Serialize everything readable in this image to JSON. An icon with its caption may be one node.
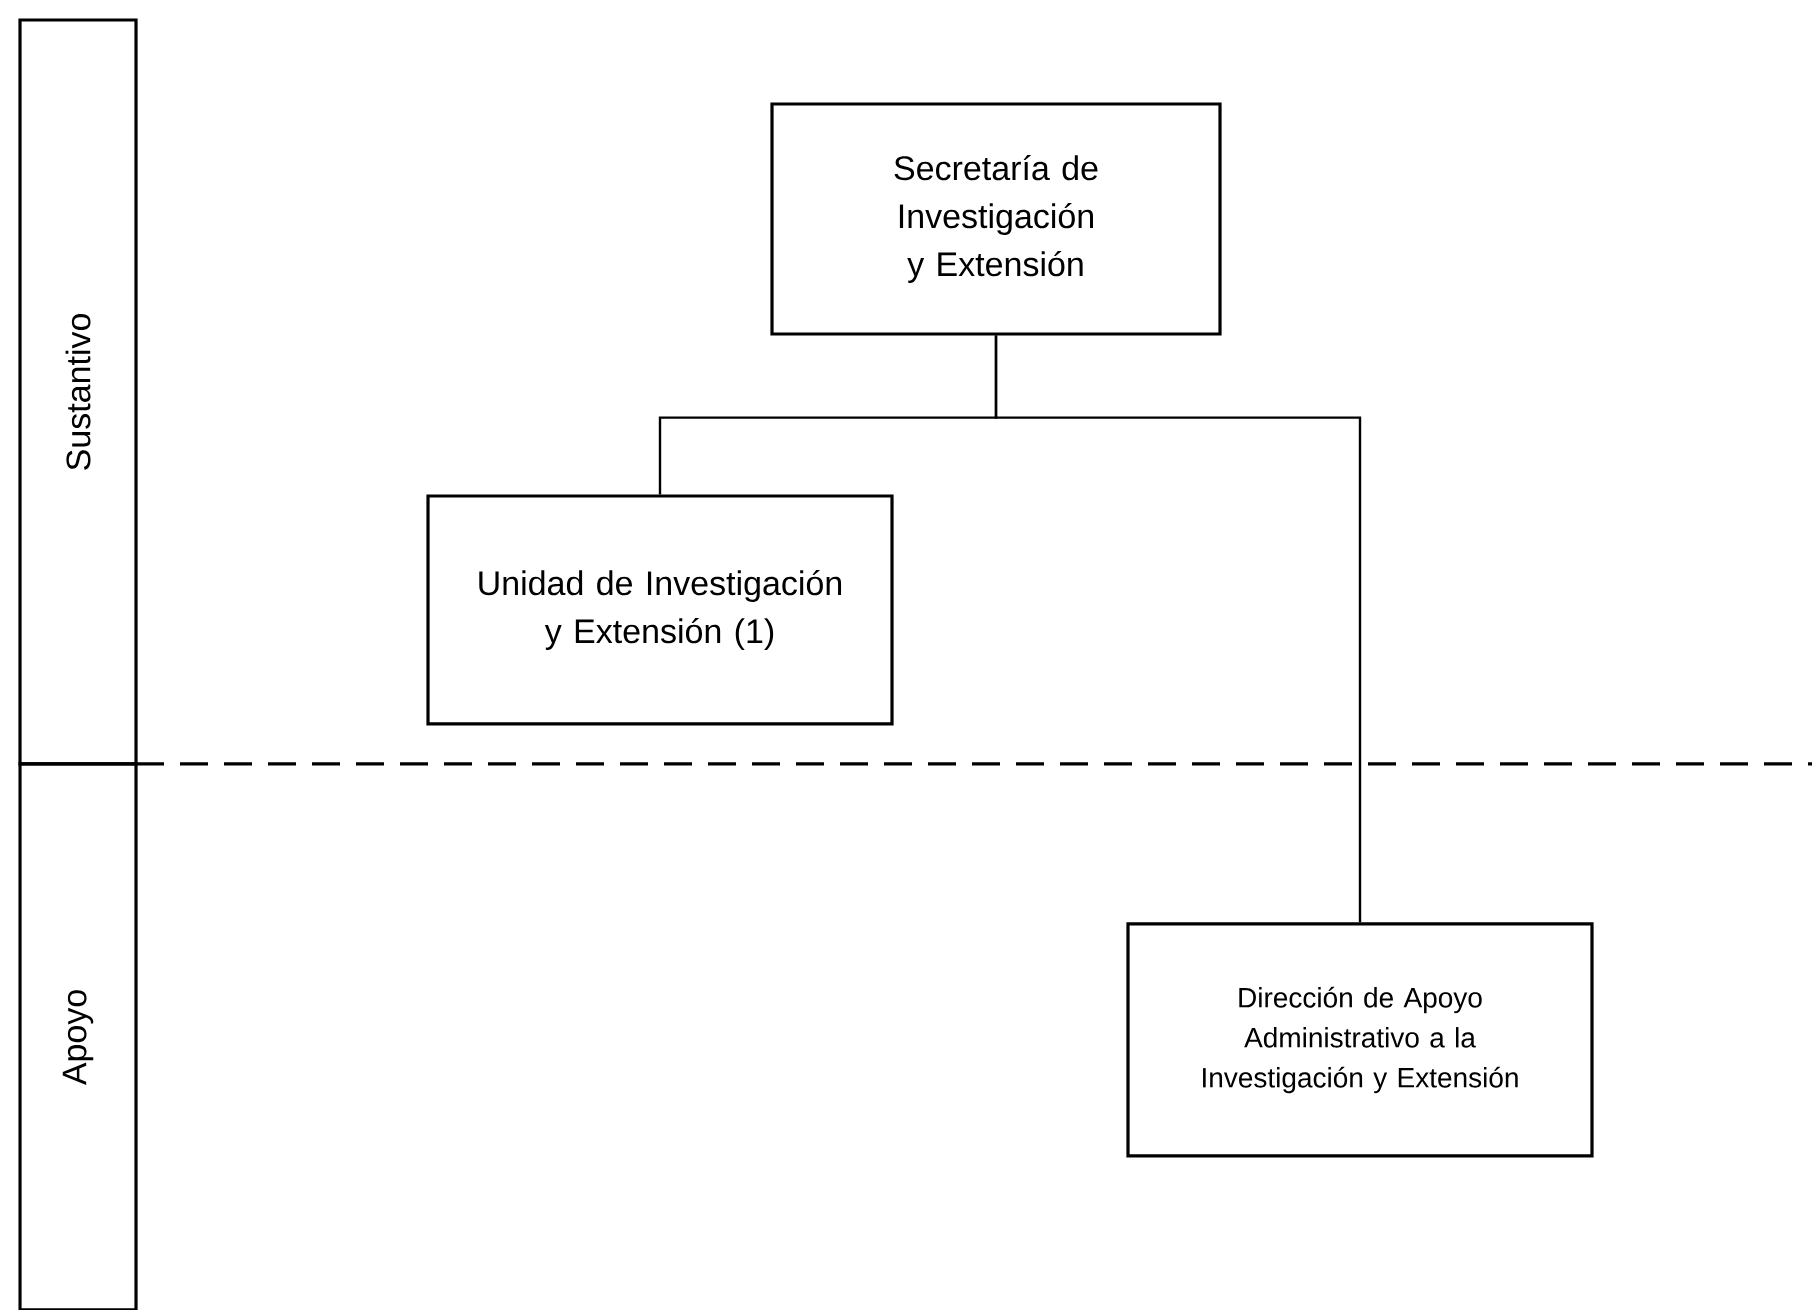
{
  "diagram": {
    "nodes": [
      {
        "text": [
          "Sustantivo"
        ]
      },
      {
        "text": [
          "Apoyo"
        ]
      },
      {
        "text": [
          "Secretaría de Investigación y Extensión"
        ]
      },
      {
        "text": [
          "Unidad de Investigación y Extensión (1)"
        ]
      },
      {
        "text": [
          "Dirección de Apoyo Administrativo a la Investigación y Extensión"
        ]
      }
    ],
    "edges": [
      {
        "from": 2,
        "to": 3,
        "arrow": "none"
      },
      {
        "from": 2,
        "to": 4,
        "arrow": "none"
      }
    ]
  }
}
